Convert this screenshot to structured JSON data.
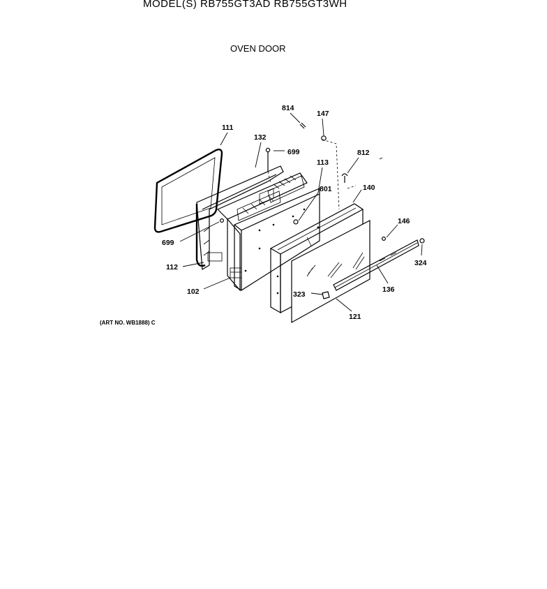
{
  "header": {
    "model_line": "MODEL(S) RB755GT3AD  RB755GT3WH",
    "section_title": "OVEN DOOR"
  },
  "footer": {
    "art_number": "(ART NO. WB1888) C"
  },
  "part_labels": {
    "p111": "111",
    "p132": "132",
    "p699a": "699",
    "p113": "113",
    "p801": "801",
    "p814": "814",
    "p147": "147",
    "p812": "812",
    "p140": "140",
    "p146": "146",
    "p324": "324",
    "p699b": "699",
    "p112": "112",
    "p102": "102",
    "p136": "136",
    "p323": "323",
    "p121": "121"
  }
}
